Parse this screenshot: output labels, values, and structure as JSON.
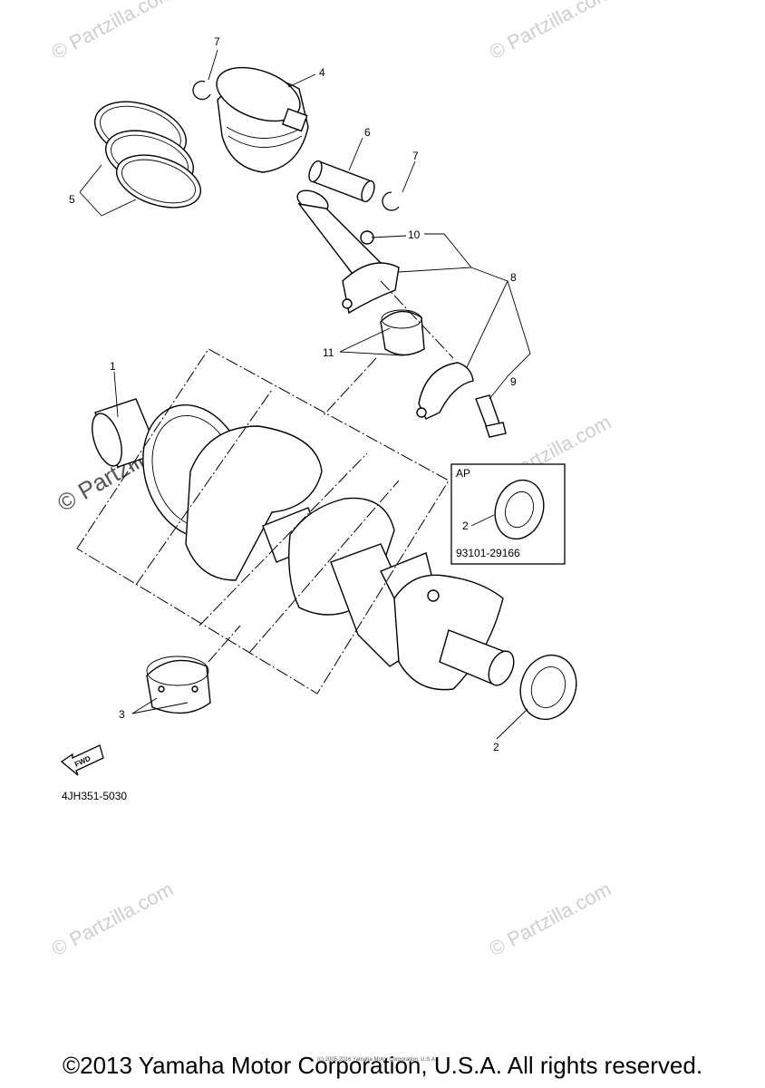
{
  "watermark": "© Partzilla.com",
  "callouts": {
    "c1": "1",
    "c2a": "2",
    "c2b": "2",
    "c3": "3",
    "c4": "4",
    "c5": "5",
    "c6": "6",
    "c7a": "7",
    "c7b": "7",
    "c8": "8",
    "c9": "9",
    "c10": "10",
    "c11": "11"
  },
  "inset": {
    "label": "AP",
    "part_number": "93101-29166"
  },
  "fwd_label": "FWD",
  "diagram_code": "4JH351-5030",
  "small_notice": "(c) 2005-2016 Yamaha Motor Corporation, U.S.A.",
  "footer_copyright": "©2013 Yamaha Motor Corporation, U.S.A. All rights reserved."
}
